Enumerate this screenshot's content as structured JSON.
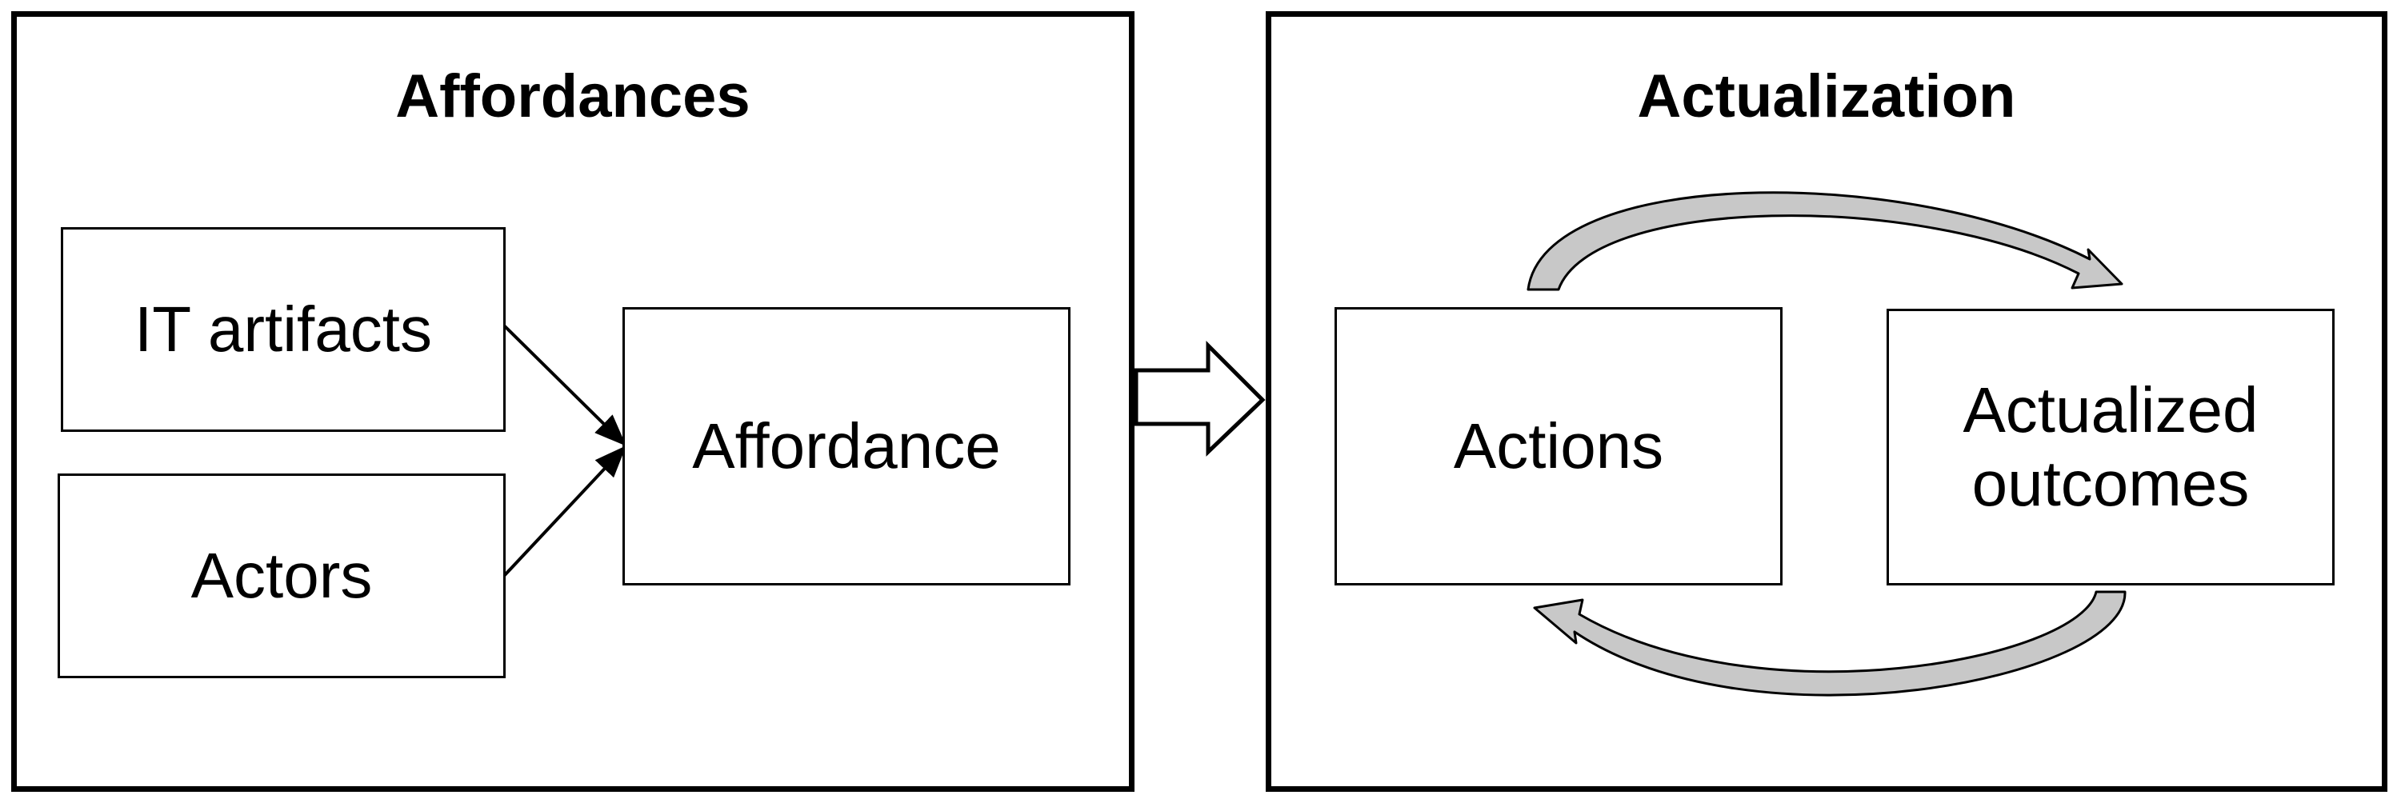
{
  "panels": {
    "affordances": {
      "title": "Affordances",
      "inputs": {
        "it_artifacts": "IT artifacts",
        "actors": "Actors"
      },
      "affordance": "Affordance"
    },
    "actualization": {
      "title": "Actualization",
      "actions": "Actions",
      "outcomes_line1": "Actualized",
      "outcomes_line2": "outcomes"
    }
  },
  "colors": {
    "stroke": "#000000",
    "cycle_arrow_fill": "#c8c8c8",
    "background": "#ffffff"
  }
}
